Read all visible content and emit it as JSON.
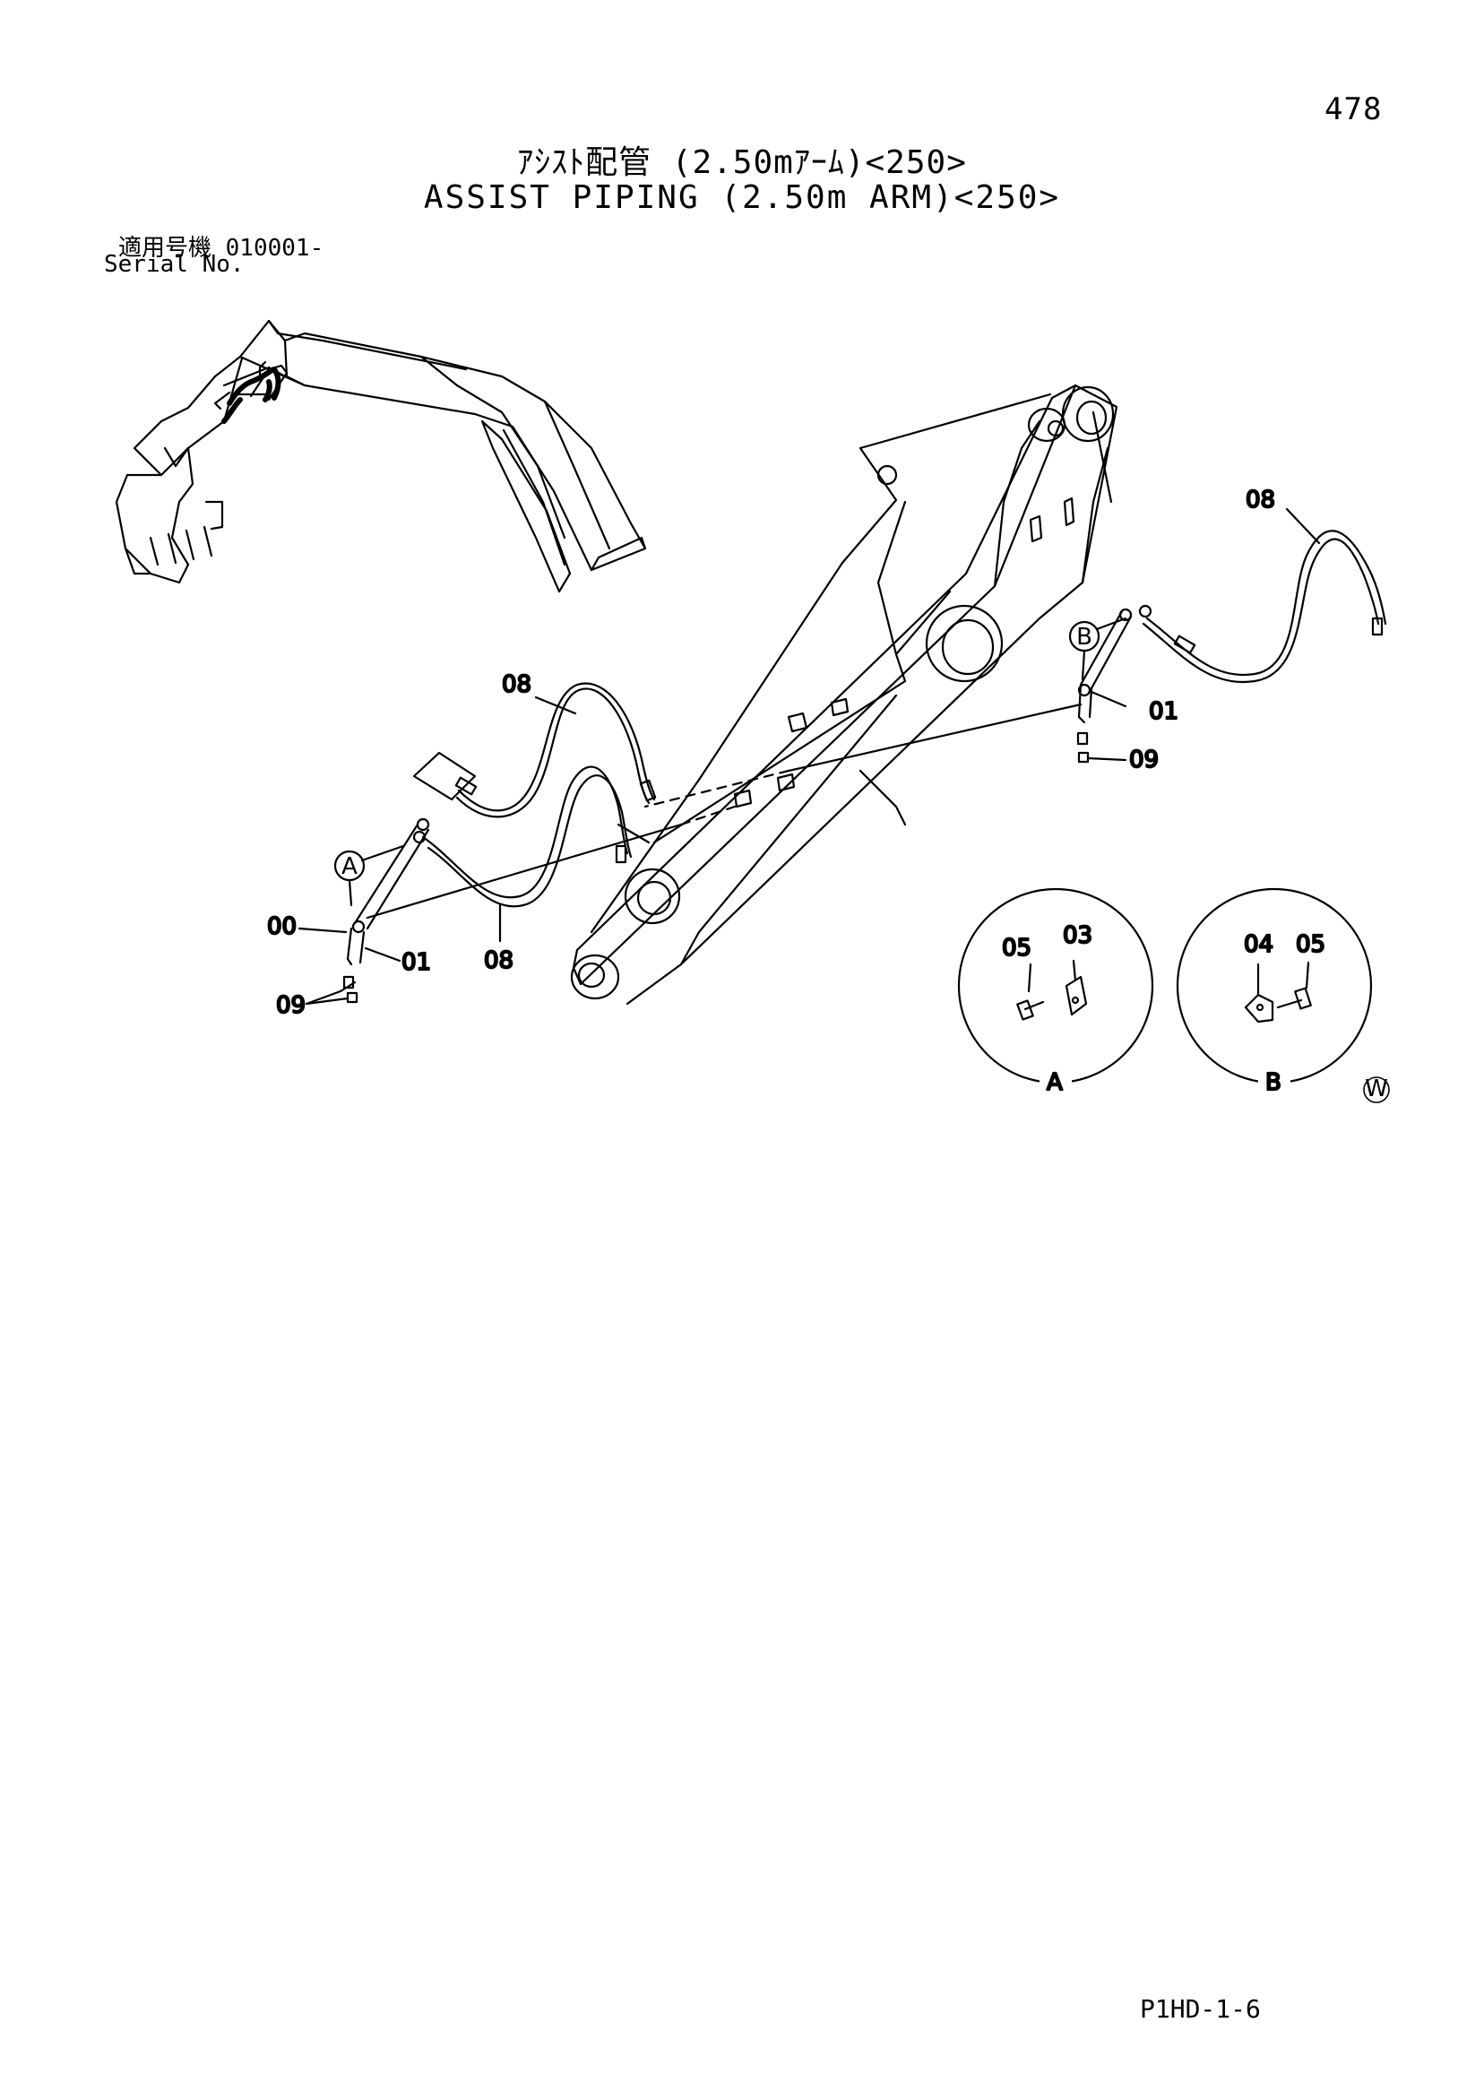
{
  "header": {
    "page_number": "478",
    "title_jp": "ｱｼｽﾄ配管 (2.50mｱｰﾑ)<250>",
    "title_en": "ASSIST PIPING (2.50m ARM)<250>",
    "serial_jp": "適用号機  010001-",
    "serial_en": "Serial No."
  },
  "callouts": {
    "hose_top": "08",
    "hose_left": "08",
    "hose_left_lower": "08",
    "pipe_left": "01",
    "pipe_right": "01",
    "assembly": "00",
    "bolt_left": "09",
    "bolt_right": "09"
  },
  "markers": {
    "a": "A",
    "b": "B"
  },
  "detail_a": {
    "label": "A",
    "part_bolt": "05",
    "part_clamp": "03"
  },
  "detail_b": {
    "label": "B",
    "part_clamp": "04",
    "part_bolt": "05"
  },
  "symbol": "W",
  "footer": {
    "code": "P1HD-1-6"
  }
}
